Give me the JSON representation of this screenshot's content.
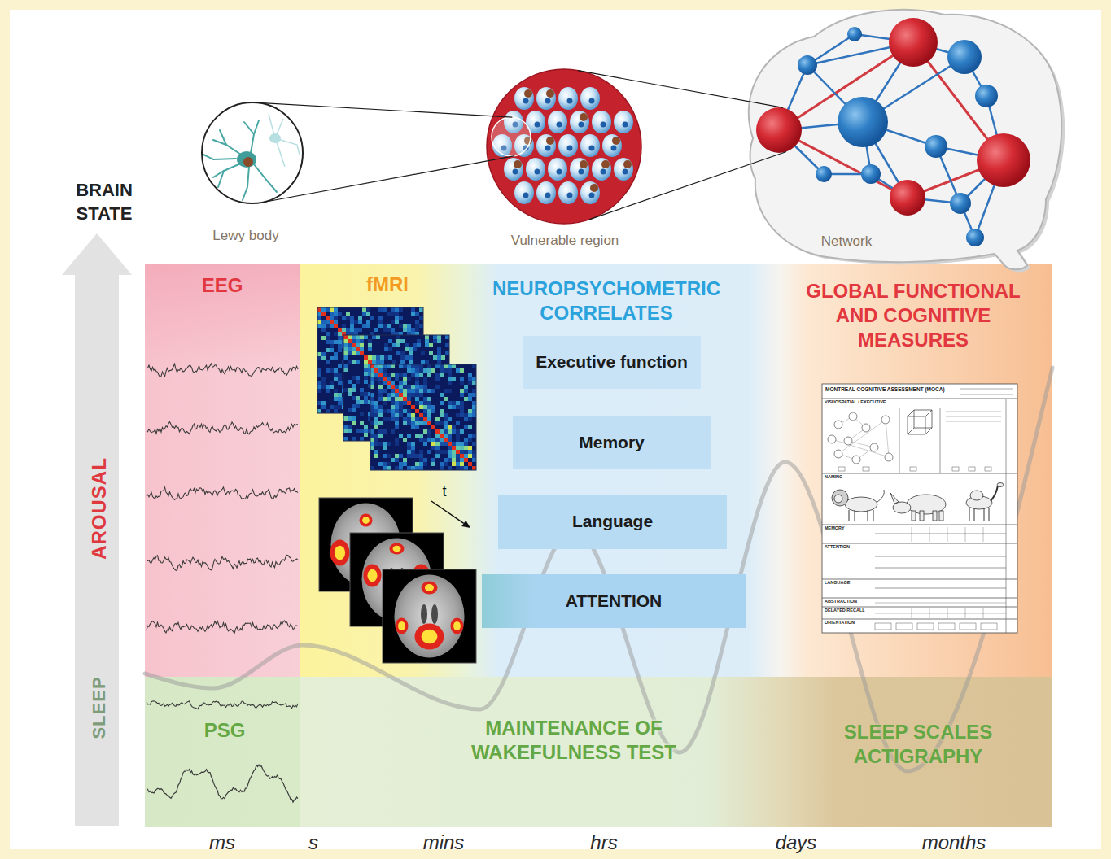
{
  "diagram": {
    "nodes": [
      {
        "text": [
          "BRAIN STATE",
          "AROUSAL",
          "SLEEP"
        ]
      },
      {
        "text": [
          "Lewy body"
        ]
      },
      {
        "text": [
          "Vulnerable region"
        ]
      },
      {
        "text": [
          "Network"
        ]
      },
      {
        "text": [
          "EEG"
        ]
      },
      {
        "text": [
          "fMRI"
        ]
      },
      {
        "text": [
          "NEUROPSYCHOMETRIC CORRELATES"
        ]
      },
      {
        "text": [
          "Executive function"
        ],
        "in": 6
      },
      {
        "text": [
          "Memory"
        ],
        "in": 6
      },
      {
        "text": [
          "Language"
        ],
        "in": 6
      },
      {
        "text": [
          "ATTENTION"
        ],
        "in": 6
      },
      {
        "text": [
          "GLOBAL FUNCTIONAL AND COGNITIVE MEASURES"
        ]
      },
      {
        "text": [
          "PSG"
        ]
      },
      {
        "text": [
          "MAINTENANCE OF WAKEFULNESS TEST"
        ]
      },
      {
        "text": [
          "SLEEP SCALES ACTIGRAPHY"
        ]
      }
    ],
    "edges": [
      {
        "from": 1,
        "to": 2,
        "arrow": "none"
      },
      {
        "from": 1,
        "to": 2,
        "arrow": "none"
      },
      {
        "from": 2,
        "to": 3,
        "arrow": "none"
      },
      {
        "from": 2,
        "to": 3,
        "arrow": "none"
      }
    ],
    "labels": [
      "t",
      "MONTREAL COGNITIVE ASSESSMENT (MOCA)",
      "VISUOSPATIAL / EXECUTIVE",
      "NAMING",
      "MEMORY",
      "ATTENTION",
      "LANGUAGE",
      "ABSTRACTION",
      "DELAYED RECALL",
      "ORIENTATION",
      "ms",
      "s",
      "mins",
      "hrs",
      "days",
      "months"
    ]
  }
}
